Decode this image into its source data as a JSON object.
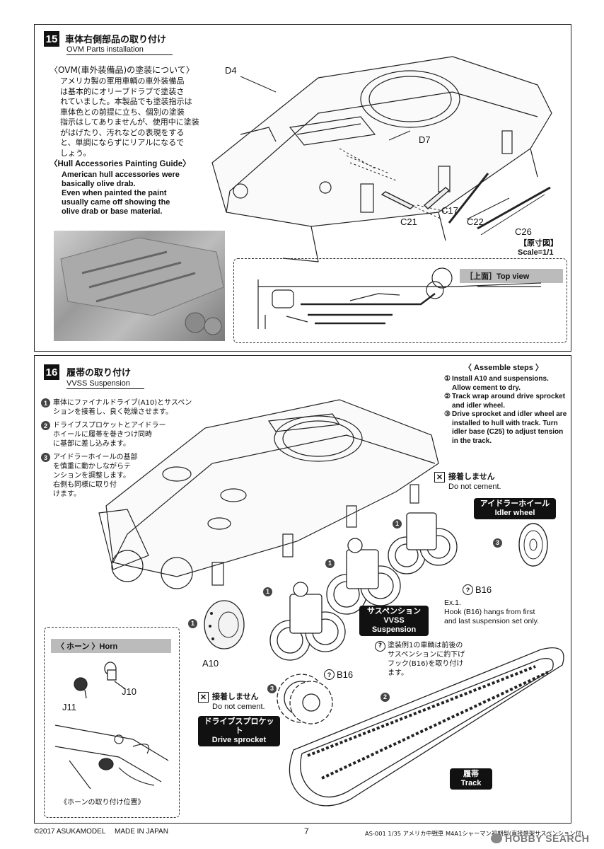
{
  "step15": {
    "number": "15",
    "title": "車体右側部品の取り付け",
    "subtitle": "OVM Parts installation",
    "jp_heading": "〈OVM(車外装備品)の塗装について〉",
    "jp_lines": [
      "アメリカ製の軍用車輌の車外装備品",
      "は基本的にオリーブドラブで塗装さ",
      "れていました。本製品でも塗装指示は",
      "車体色との前提に立ち、個別の塗装",
      "指示はしてありませんが、使用中に塗装",
      "がはげたり、汚れなどの表現をする",
      "と、単調にならずにリアルになるで",
      "しょう。"
    ],
    "en_heading": "〈Hull Accessories Painting Guide〉",
    "en_lines": [
      "American hull accessories were",
      "basically olive drab.",
      "Even when painted the paint",
      "usually came off showing the",
      "olive drab or base material."
    ],
    "labels": {
      "d4": "D4",
      "d7": "D7",
      "c17": "C17",
      "c21": "C21",
      "c22": "C22",
      "c26": "C26"
    },
    "scale_jp": "【原寸図】",
    "scale_en": "Scale=1/1",
    "top_view": "［上面］Top view"
  },
  "step16": {
    "number": "16",
    "title": "履帯の取り付け",
    "subtitle": "VVSS Suspension",
    "jp_steps": [
      {
        "n": "1",
        "lines": [
          "車体にファイナルドライブ(A10)とサスペン",
          "ションを接着し、良く乾燥させます。"
        ]
      },
      {
        "n": "2",
        "lines": [
          "ドライブスプロケットとアイドラー",
          "ホイールに履帯を巻きつけ同時",
          "に基部に差し込みます。"
        ]
      },
      {
        "n": "3",
        "lines": [
          "アイドラーホイールの基部",
          "を慎重に動かしながらテ",
          "ンションを調整します。",
          "右側も同様に取り付",
          "けます。"
        ]
      }
    ],
    "assemble_heading": "〈 Assemble steps 〉",
    "assemble_steps": [
      {
        "n": "①",
        "lines": [
          "Install A10 and suspensions.",
          "Allow cement to dry."
        ]
      },
      {
        "n": "②",
        "lines": [
          "Track wrap around drive sprocket",
          "and idler wheel."
        ]
      },
      {
        "n": "③",
        "lines": [
          "Drive sprocket and idler wheel are",
          "installed to hull with track. Turn",
          "idler base (C25) to adjust tension",
          "in the track."
        ]
      }
    ],
    "no_cement_jp": "接着しません",
    "no_cement_en": "Do not cement.",
    "idler_jp": "アイドラーホイール",
    "idler_en": "Idler wheel",
    "suspension_jp": "サスペンション",
    "suspension_en1": "VVSS",
    "suspension_en2": "Suspension",
    "sprocket_jp": "ドライブスプロケット",
    "sprocket_en": "Drive sprocket",
    "track_jp": "履帯",
    "track_en": "Track",
    "b16_top": "B16",
    "b16_bottom": "B16",
    "a10": "A10",
    "ex_label": "Ex.1.",
    "ex_lines": [
      "Hook (B16) hangs from first",
      "and last suspension set only."
    ],
    "paint_note": [
      "塗装例1の車輌は前後の",
      "サスペンションに釣下げ",
      "フック(B16)を取り付け",
      "ます。"
    ],
    "horn_title": "〈 ホーン 〉Horn",
    "j10": "J10",
    "j11": "J11",
    "horn_caption": "《ホーンの取り付け位置》",
    "marker1": "1",
    "marker2": "2",
    "marker3": "3"
  },
  "footer": {
    "copyright": "©2017 ASUKAMODEL",
    "made": "MADE IN JAPAN",
    "page": "7",
    "product": "AS-001 1/35 アメリカ中戦車 M4A1シャーマン初期型(直接懸架サスペンション付)",
    "watermark": "HOBBY SEARCH"
  }
}
